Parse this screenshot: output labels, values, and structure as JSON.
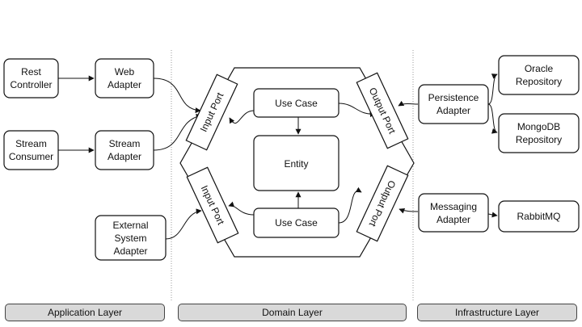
{
  "diagram": {
    "app_layer": {
      "rest_controller": [
        "Rest",
        "Controller"
      ],
      "stream_consumer": [
        "Stream",
        "Consumer"
      ],
      "web_adapter": [
        "Web",
        "Adapter"
      ],
      "stream_adapter": [
        "Stream",
        "Adapter"
      ],
      "external_system_adapter": [
        "External",
        "System",
        "Adapter"
      ]
    },
    "domain": {
      "input_port_top": "Input Port",
      "input_port_bottom": "Input Port",
      "output_port_top": "Output Port",
      "output_port_bottom": "Output Port",
      "use_case_top": "Use Case",
      "use_case_bottom": "Use Case",
      "entity": "Entity"
    },
    "infra_layer": {
      "persistence_adapter": [
        "Persistence",
        "Adapter"
      ],
      "messaging_adapter": [
        "Messaging",
        "Adapter"
      ],
      "oracle_repository": [
        "Oracle",
        "Repository"
      ],
      "mongodb_repository": [
        "MongoDB",
        "Repository"
      ],
      "rabbitmq": [
        "RabbitMQ"
      ]
    }
  },
  "layers": {
    "application": "Application Layer",
    "domain": "Domain Layer",
    "infrastructure": "Infrastructure Layer"
  }
}
